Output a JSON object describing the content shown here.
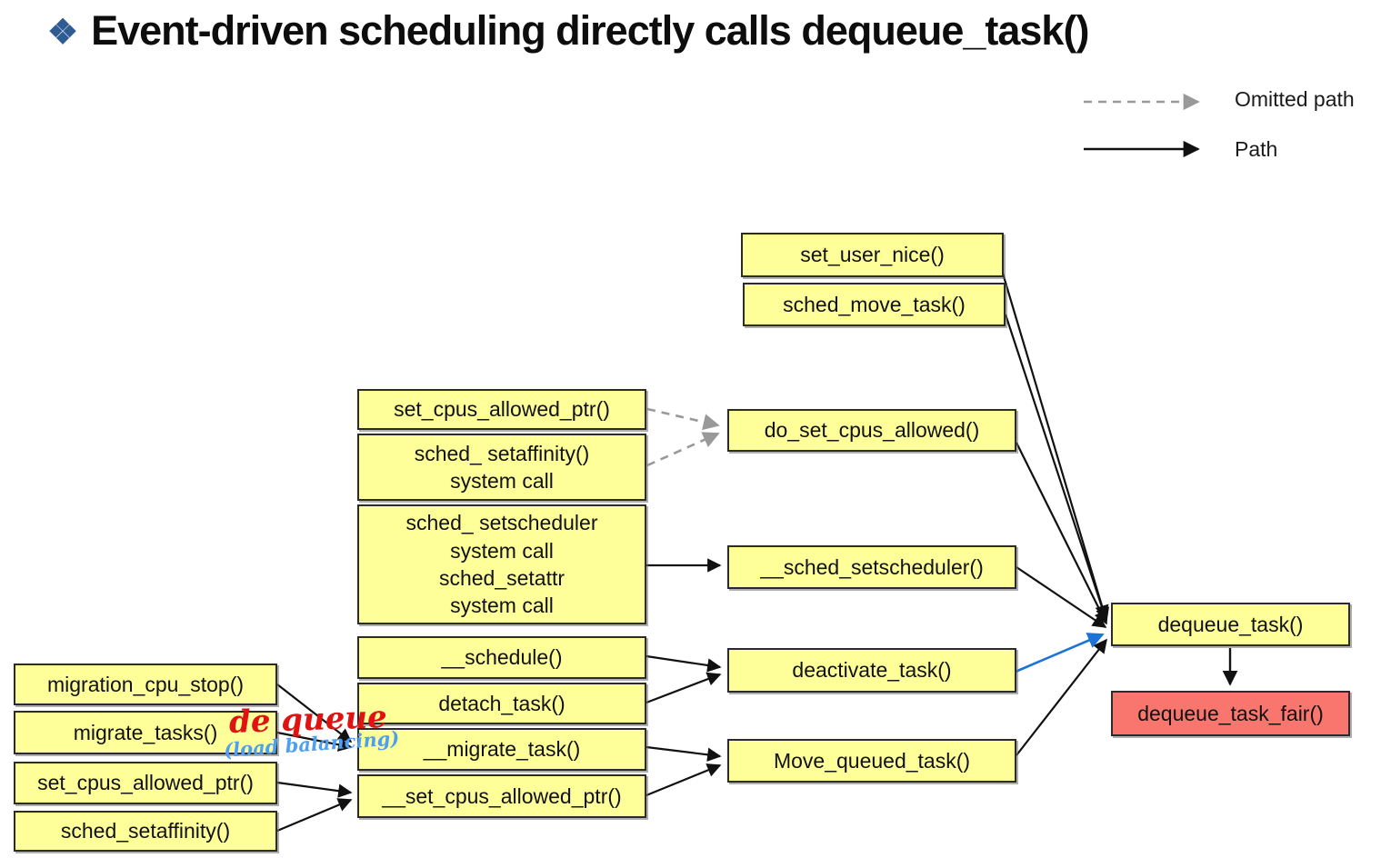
{
  "title": {
    "bullet": "❖",
    "text": "Event-driven scheduling directly calls dequeue_task()"
  },
  "legend": {
    "omitted_label": "Omitted path",
    "path_label": "Path"
  },
  "handwriting": {
    "red_note": "de queue",
    "blue_note": "(load balancing)"
  },
  "colors": {
    "node_fill": "#ffff99",
    "highlight_node_fill": "#f8766d",
    "node_border": "#2b2b2b",
    "path_arrow": "#111111",
    "omitted_arrow": "#999999",
    "highlight_arrow_blue": "#1b74d6",
    "title_bullet_blue": "#2f5b93",
    "handwriting_red": "#e01212",
    "handwriting_blue": "#4d9ff2"
  },
  "nodes": [
    {
      "id": "set_user_nice",
      "label": "set_user_nice()"
    },
    {
      "id": "sched_move_task",
      "label": "sched_move_task()"
    },
    {
      "id": "set_cpus_allowed_ptr_mid",
      "label": "set_cpus_allowed_ptr()"
    },
    {
      "id": "sched_setaffinity_syscall",
      "label": "sched_ setaffinity()\nsystem call"
    },
    {
      "id": "sched_setscheduler_syscall",
      "label": "sched_ setscheduler\nsystem call\nsched_setattr\nsystem call"
    },
    {
      "id": "__schedule",
      "label": "__schedule()"
    },
    {
      "id": "detach_task",
      "label": "detach_task()"
    },
    {
      "id": "__migrate_task",
      "label": "__migrate_task()"
    },
    {
      "id": "__set_cpus_allowed_ptr",
      "label": "__set_cpus_allowed_ptr()"
    },
    {
      "id": "migration_cpu_stop",
      "label": "migration_cpu_stop()"
    },
    {
      "id": "migrate_tasks",
      "label": "migrate_tasks()"
    },
    {
      "id": "set_cpus_allowed_ptr_left",
      "label": "set_cpus_allowed_ptr()"
    },
    {
      "id": "sched_setaffinity_left",
      "label": "sched_setaffinity()"
    },
    {
      "id": "do_set_cpus_allowed",
      "label": "do_set_cpus_allowed()"
    },
    {
      "id": "__sched_setscheduler",
      "label": "__sched_setscheduler()"
    },
    {
      "id": "deactivate_task",
      "label": "deactivate_task()"
    },
    {
      "id": "Move_queued_task",
      "label": "Move_queued_task()"
    },
    {
      "id": "dequeue_task",
      "label": "dequeue_task()"
    },
    {
      "id": "dequeue_task_fair",
      "label": "dequeue_task_fair()"
    }
  ],
  "edges": [
    {
      "from": "set_user_nice",
      "to": "dequeue_task",
      "type": "path"
    },
    {
      "from": "sched_move_task",
      "to": "dequeue_task",
      "type": "path"
    },
    {
      "from": "set_cpus_allowed_ptr_mid",
      "to": "do_set_cpus_allowed",
      "type": "omitted"
    },
    {
      "from": "sched_setaffinity_syscall",
      "to": "do_set_cpus_allowed",
      "type": "omitted"
    },
    {
      "from": "do_set_cpus_allowed",
      "to": "dequeue_task",
      "type": "path"
    },
    {
      "from": "sched_setscheduler_syscall",
      "to": "__sched_setscheduler",
      "type": "path"
    },
    {
      "from": "__sched_setscheduler",
      "to": "dequeue_task",
      "type": "path"
    },
    {
      "from": "__schedule",
      "to": "deactivate_task",
      "type": "path"
    },
    {
      "from": "detach_task",
      "to": "deactivate_task",
      "type": "path"
    },
    {
      "from": "deactivate_task",
      "to": "dequeue_task",
      "type": "highlight-blue"
    },
    {
      "from": "__migrate_task",
      "to": "Move_queued_task",
      "type": "path"
    },
    {
      "from": "__set_cpus_allowed_ptr",
      "to": "Move_queued_task",
      "type": "path"
    },
    {
      "from": "Move_queued_task",
      "to": "dequeue_task",
      "type": "path"
    },
    {
      "from": "migration_cpu_stop",
      "to": "__migrate_task",
      "type": "path"
    },
    {
      "from": "migrate_tasks",
      "to": "__migrate_task",
      "type": "path"
    },
    {
      "from": "set_cpus_allowed_ptr_left",
      "to": "__set_cpus_allowed_ptr",
      "type": "path"
    },
    {
      "from": "sched_setaffinity_left",
      "to": "__set_cpus_allowed_ptr",
      "type": "path"
    },
    {
      "from": "dequeue_task",
      "to": "dequeue_task_fair",
      "type": "path"
    }
  ]
}
